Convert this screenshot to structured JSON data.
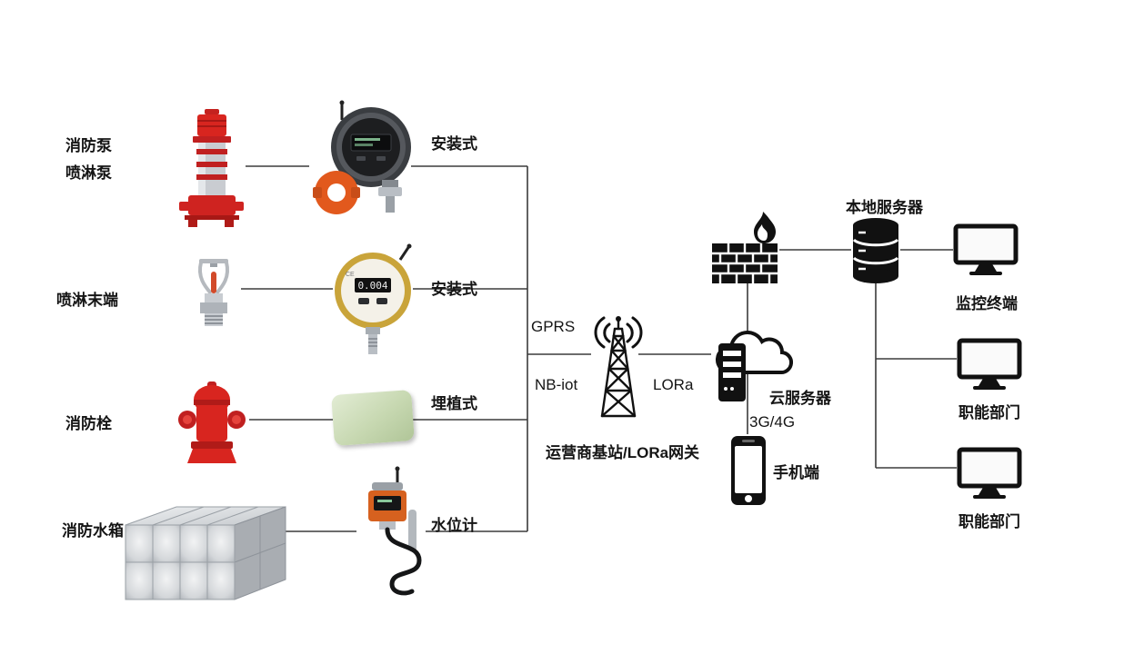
{
  "colors": {
    "connector": "#3b3b3b",
    "device_red": "#d8251f",
    "clamp_orange": "#e2591d",
    "gauge_gold": "#c9a43a",
    "block_green": "#cfe0c0",
    "icon_black": "#111111"
  },
  "left_labels": {
    "pump_line1": "消防泵",
    "pump_line2": "喷淋泵",
    "sprinkler": "喷淋末端",
    "hydrant": "消防栓",
    "tank": "消防水箱"
  },
  "sensor_labels": {
    "row1": "安装式",
    "row2": "安装式",
    "row3": "埋植式",
    "row4": "水位计"
  },
  "gauge": {
    "reading": "0.004",
    "ce_mark": "CE"
  },
  "network": {
    "gprs": "GPRS",
    "nb_iot": "NB-iot",
    "lora": "LORa",
    "base_station": "运营商基站/LORa网关",
    "cellular": "3G/4G"
  },
  "nodes": {
    "cloud_server": "云服务器",
    "local_server": "本地服务器",
    "mobile": "手机端",
    "monitor_terminal": "监控终端",
    "dept1": "职能部门",
    "dept2": "职能部门"
  },
  "icons": {
    "radio-tower-icon": "svg-shape",
    "cloud-server-icon": "svg-shape",
    "firewall-icon": "svg-shape",
    "local-server-icon": "svg-shape",
    "phone-icon": "svg-shape",
    "monitor-icon": "svg-shape",
    "fire-pump-image": "svg-shape",
    "sprinkler-head-image": "svg-shape",
    "fire-hydrant-image": "svg-shape",
    "water-tank-image": "svg-shape",
    "wireless-pressure-sensor-icon": "svg-shape",
    "digital-pressure-gauge-icon": "svg-shape",
    "buried-sensor-icon": "css-shape",
    "water-level-sensor-icon": "svg-shape"
  }
}
